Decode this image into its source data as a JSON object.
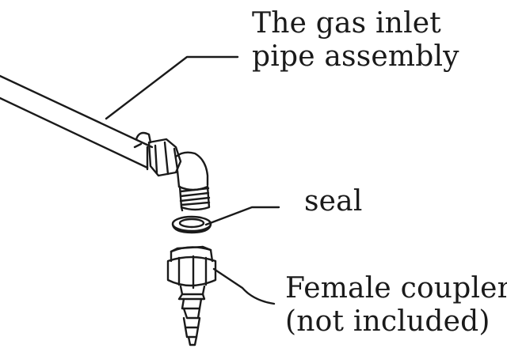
{
  "labels": {
    "pipe_line1": "The gas inlet",
    "pipe_line2": "pipe assembly",
    "seal": "seal",
    "coupler_line1": "Female coupler",
    "coupler_line2": "(not included)"
  },
  "colors": {
    "ink": "#1a1a1a",
    "background": "#ffffff"
  }
}
